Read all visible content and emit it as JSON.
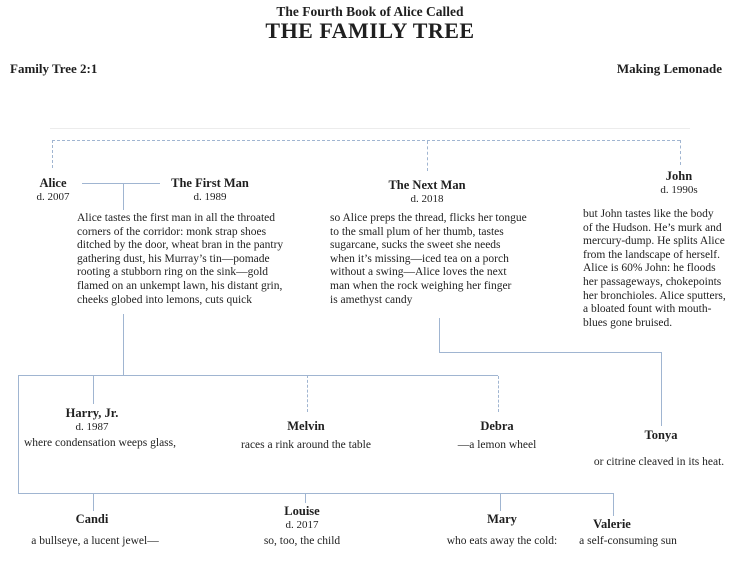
{
  "colors": {
    "tree_line": "#a0b5d1",
    "text": "#1f1f1f",
    "page_background": "#ffffff"
  },
  "header": {
    "series_title": "The Fourth Book of Alice Called",
    "main_title": "THE FAMILY TREE",
    "running_head_left": "Family Tree 2:1",
    "running_head_right": "Making Lemonade"
  },
  "tree": {
    "generation1": {
      "alice": {
        "name": "Alice",
        "death": "d. 2007"
      },
      "first_man": {
        "name": "The First Man",
        "death": "d. 1989"
      },
      "next_man": {
        "name": "The Next Man",
        "death": "d. 2018"
      },
      "john": {
        "name": "John",
        "death": "d. 1990s"
      }
    },
    "poems": {
      "alice_and_first_man": "Alice tastes the first man in all the throated\ncorners of the corridor: monk strap shoes\nditched by the door, wheat bran in the pantry\ngathering dust, his Murray’s tin—pomade\nrooting a stubborn ring on the sink—gold\nflamed on an unkempt lawn, his distant grin,\ncheeks globed into lemons, cuts quick",
      "next_man": "so Alice preps the thread, flicks her tongue\nto the small plum of her thumb, tastes\nsugarcane, sucks the sweet she needs\nwhen it’s missing—iced tea on a porch\nwithout a swing—Alice loves the next\nman when the rock weighing her finger\nis amethyst candy",
      "john": "but John tastes like the body\nof the Hudson. He’s murk and\nmercury-dump. He splits Alice\nfrom the landscape of herself.\nAlice is 60% John: he floods\nher passageways, chokepoints\nher bronchioles. Alice sputters,\na bloated fount with mouth-\nblues gone bruised."
    },
    "generation2": {
      "harry": {
        "name": "Harry, Jr.",
        "death": "d. 1987",
        "line": "where condensation weeps glass,"
      },
      "melvin": {
        "name": "Melvin",
        "line": "races a rink around the table"
      },
      "debra": {
        "name": "Debra",
        "line": "—a lemon wheel"
      },
      "tonya": {
        "name": "Tonya",
        "line": "or citrine cleaved in its heat."
      }
    },
    "generation3": {
      "candi": {
        "name": "Candi",
        "line": "a bullseye, a lucent jewel—"
      },
      "louise": {
        "name": "Louise",
        "death": "d. 2017",
        "line": "so, too, the child"
      },
      "mary": {
        "name": "Mary",
        "line": "who eats away the cold:"
      },
      "valerie": {
        "name": "Valerie",
        "line": "a self-consuming sun"
      }
    }
  }
}
